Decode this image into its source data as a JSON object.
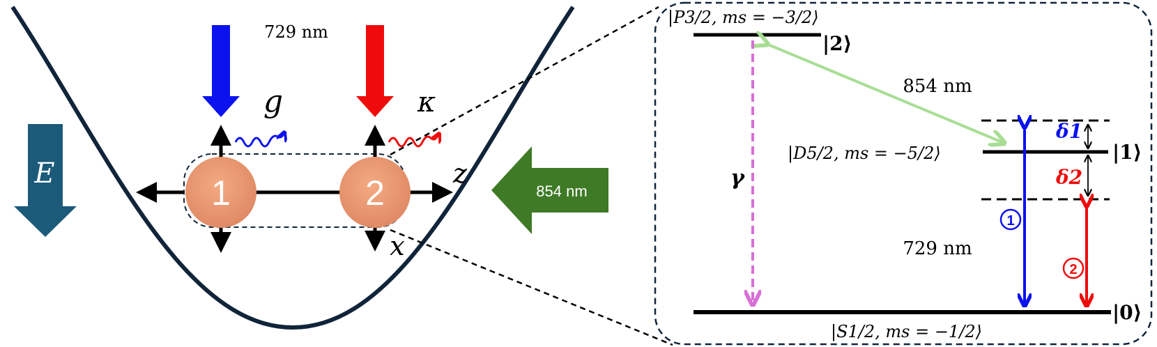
{
  "left_panel": {
    "laser_729_label": "729 nm",
    "field_label": "E",
    "coupling_label": "g",
    "decay_label": "κ",
    "axis_z_label": "z",
    "axis_x_label": "x",
    "ion_1_label": "1",
    "ion_2_label": "2",
    "laser_854_label": "854 nm",
    "colors": {
      "trap_potential": "#10243a",
      "laser_blue": "#0b12ee",
      "laser_red": "#ef0b0b",
      "field_arrow": "#1c5a7a",
      "ion_fill": "#e89470",
      "repump_arrow": "#3f7a26"
    }
  },
  "level_scheme": {
    "p_level_label": "|P3/2, ms = −3/2⟩",
    "p_level_short": "|2⟩",
    "d_level_label": "|D5/2, ms = −5/2⟩",
    "d_level_short": "|1⟩",
    "s_level_label": "|S1/2, ms = −1/2⟩",
    "s_level_short": "|0⟩",
    "repump_label": "854 nm",
    "probe_label": "729 nm",
    "decay_label": "γ",
    "detuning_1_label": "δ1",
    "detuning_2_label": "δ2",
    "transition_1_marker": "1",
    "transition_2_marker": "2",
    "colors": {
      "repump_line": "#a8dd94",
      "decay_line": "#d86fd6",
      "transition_1": "#0b12ee",
      "transition_2": "#ef0b0b"
    }
  }
}
